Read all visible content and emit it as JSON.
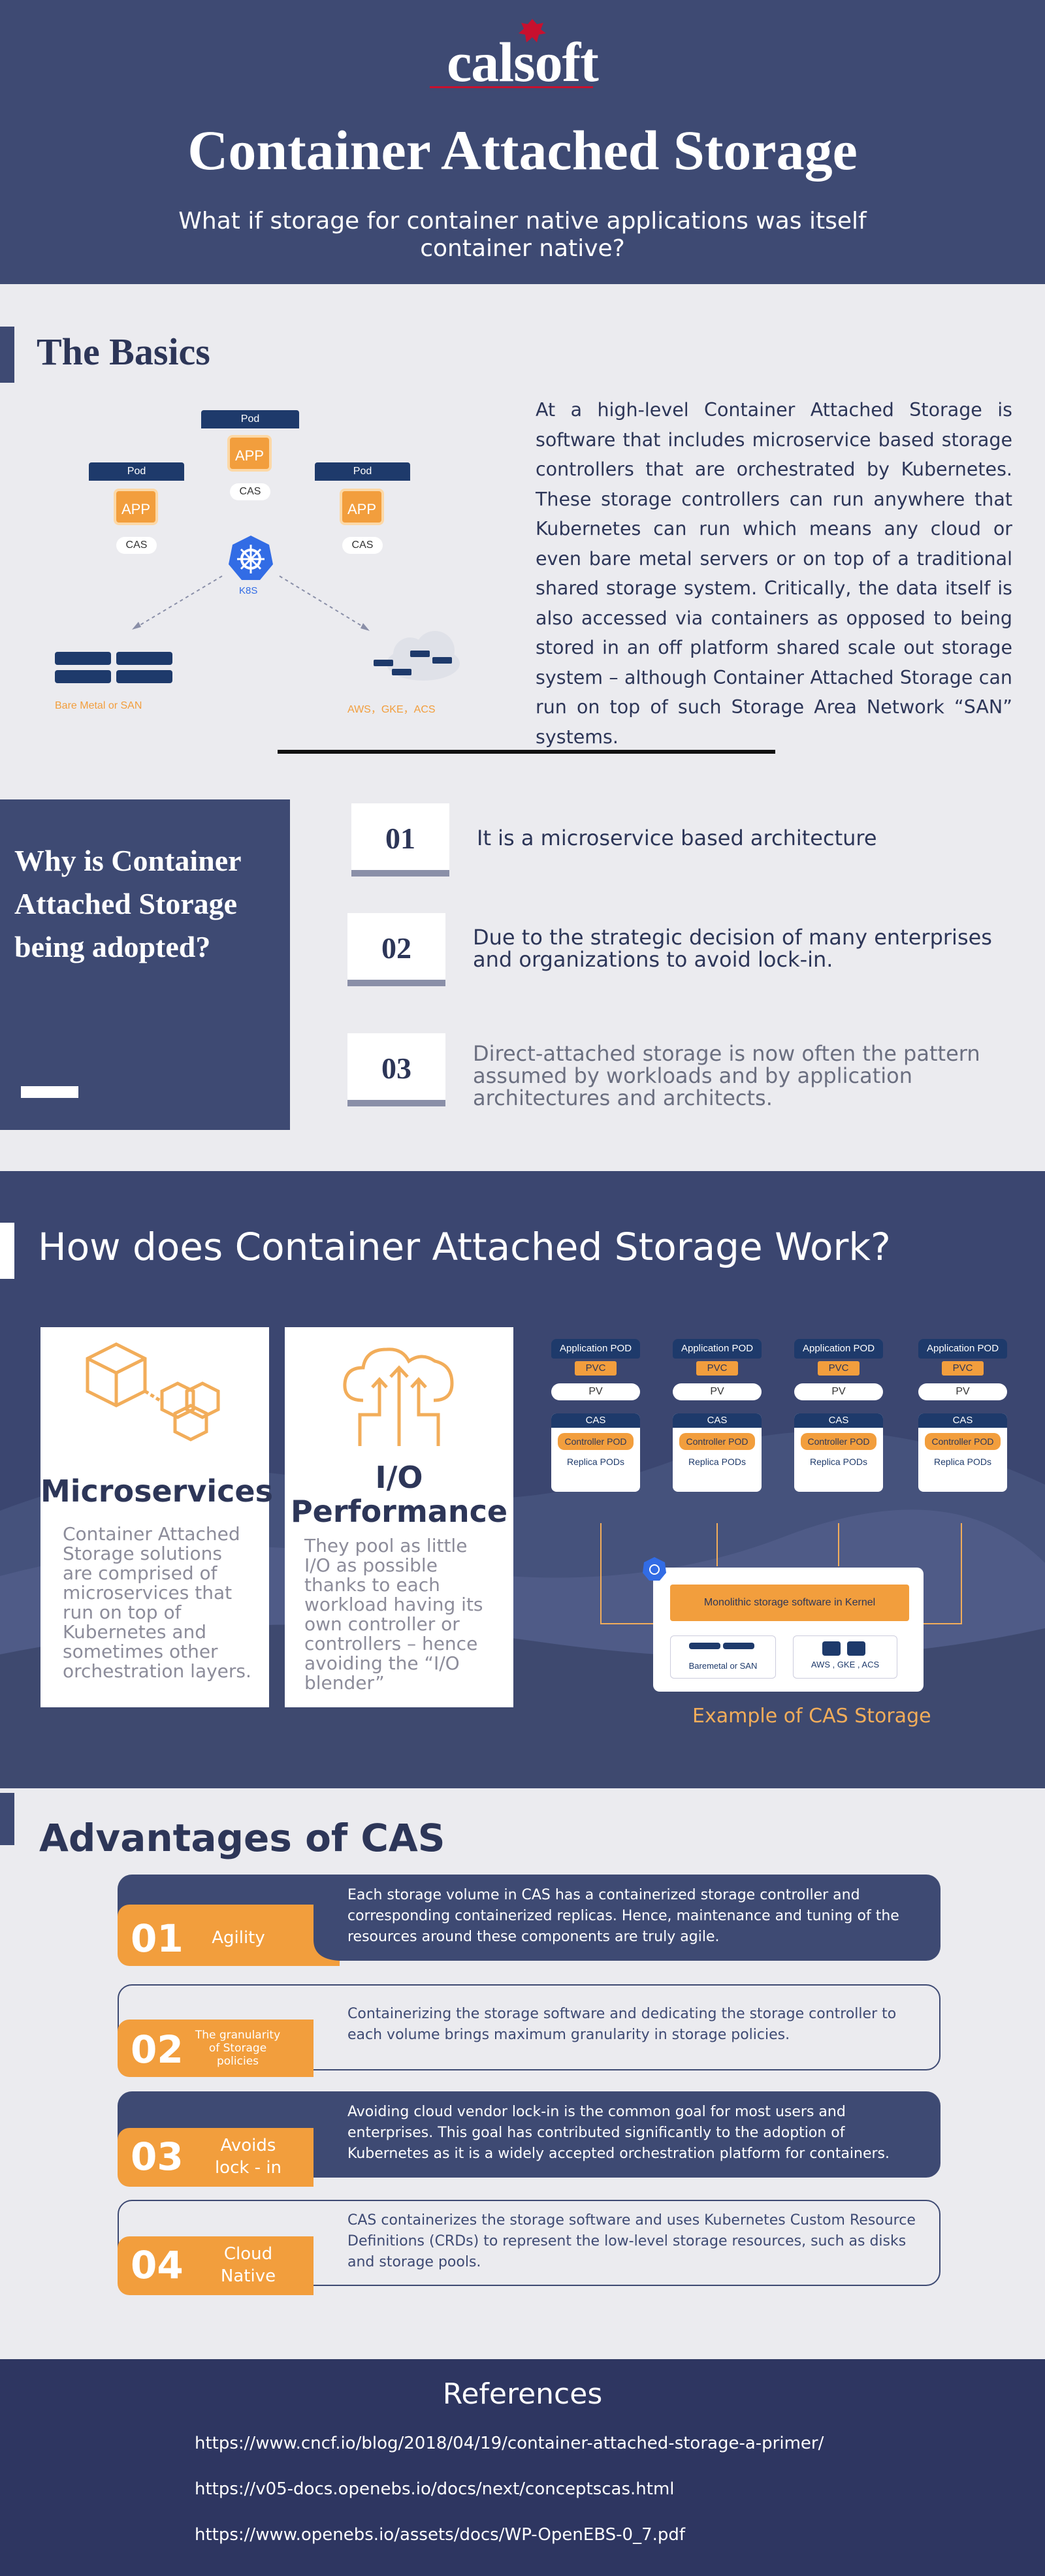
{
  "header": {
    "logo": "calsoft",
    "title": "Container Attached Storage",
    "subtitle": "What if storage for container native applications was itself container native?"
  },
  "basics": {
    "title": "The Basics",
    "body": "At a high-level Container Attached Storage is software that includes microservice based storage controllers that are orchestrated by Kubernetes. These storage controllers can run anywhere that Kubernetes can run which means any cloud or even bare metal servers or on top of a traditional shared storage system. Critically, the data itself is also accessed via containers as opposed to being stored in an off platform shared scale out storage system – although Container Attached Storage can run on top of such Storage Area Network “SAN” systems.",
    "diagram": {
      "pod_label": "Pod",
      "app_label": "APP",
      "cas_label": "CAS",
      "k8s_label": "K8S",
      "left_caption": "Bare Metal or SAN",
      "right_caption": "AWS，GKE，ACS"
    }
  },
  "why": {
    "title": "Why is Container Attached Storage being adopted?",
    "items": [
      {
        "num": "01",
        "text": "It is a microservice based architecture"
      },
      {
        "num": "02",
        "text": "Due to the strategic decision of many enterprises and organizations to avoid lock-in."
      },
      {
        "num": "03",
        "text": "Direct-attached storage is now often the pattern assumed by workloads and by application architectures and architects."
      }
    ]
  },
  "how": {
    "title": "How does Container Attached Storage Work?",
    "cards": [
      {
        "title": "Microservices",
        "text": "Container Attached Storage solutions are comprised of microservices that run on top of Kubernetes and sometimes other orchestration layers."
      },
      {
        "title": "I/O Performance",
        "text": "They pool as little I/O as possible thanks to each workload having its own controller or controllers – hence avoiding the “I/O blender”"
      }
    ],
    "diagram": {
      "app_pod": "Application POD",
      "pvc": "PVC",
      "pv": "PV",
      "cas": "CAS",
      "controller_pod": "Controller POD",
      "replica_pods": "Replica PODs",
      "monolithic": "Monolithic storage software in Kernel",
      "baremetal": "Baremetal or SAN",
      "cloud": "AWS , GKE , ACS"
    },
    "caption": "Example of CAS Storage"
  },
  "advantages": {
    "title": "Advantages of CAS",
    "items": [
      {
        "num": "01",
        "label": "Agility",
        "text": "Each storage volume in CAS has a containerized storage controller and corresponding containerized replicas. Hence, maintenance and tuning of the resources around these components are truly agile."
      },
      {
        "num": "02",
        "label": "The granularity of Storage policies",
        "text": "Containerizing the storage software and dedicating the storage controller to each volume brings maximum granularity in storage policies."
      },
      {
        "num": "03",
        "label": "Avoids lock - in",
        "text": "Avoiding cloud vendor lock-in is the common goal for most users and enterprises. This goal has contributed significantly to the adoption of Kubernetes as it is a widely accepted orchestration platform for containers."
      },
      {
        "num": "04",
        "label": "Cloud Native",
        "text": "CAS containerizes the storage software and uses Kubernetes Custom Resource Definitions (CRDs) to represent the low-level storage resources, such as disks and storage pools."
      }
    ]
  },
  "references": {
    "title": "References",
    "links": [
      "https://www.cncf.io/blog/2018/04/19/container-attached-storage-a-primer/",
      "https://v05-docs.openebs.io/docs/next/conceptscas.html",
      "https://www.openebs.io/assets/docs/WP-OpenEBS-0_7.pdf"
    ]
  },
  "colors": {
    "navy": "#3e4a73",
    "dark_navy": "#1e3a6b",
    "orange": "#f29e3d",
    "logo_red": "#c8102e"
  }
}
